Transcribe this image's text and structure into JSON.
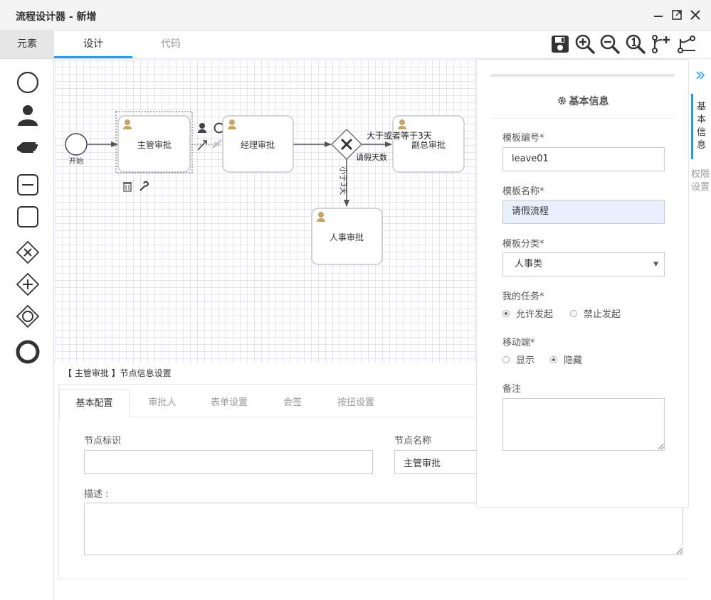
{
  "window": {
    "title": "流程设计器 - 新增",
    "controls": [
      "minimize-icon",
      "maximize-icon",
      "close-icon"
    ]
  },
  "left_panel": {
    "header": "元素",
    "palette": [
      "start-event-icon",
      "user-task-icon",
      "manual-task-icon",
      "sub-process-icon",
      "task-icon",
      "exclusive-gateway-icon",
      "parallel-gateway-icon",
      "inclusive-gateway-icon",
      "end-event-icon"
    ]
  },
  "tabs": [
    {
      "label": "设计",
      "active": true
    },
    {
      "label": "代码",
      "active": false
    }
  ],
  "toolbar": [
    "save-icon",
    "zoom-in-icon",
    "zoom-out-icon",
    "actual-size-icon",
    "add-branch-icon",
    "branch-icon"
  ],
  "diagram": {
    "nodes": {
      "start": "开始",
      "task1": "主管审批",
      "task2": "经理审批",
      "task3": "副总审批",
      "task4": "人事审批"
    },
    "flows": {
      "gt3": "大于或者等于3天",
      "lt3": "小于3天",
      "gateway": "请假天数"
    }
  },
  "node_settings": {
    "title": "【 主管审批 】节点信息设置",
    "tabs": [
      "基本配置",
      "审批人",
      "表单设置",
      "会签",
      "按扭设置"
    ],
    "fields": {
      "id_label": "节点标识",
      "id_value": "",
      "name_label": "节点名称",
      "name_value": "主管审批",
      "desc_label": "描述 :",
      "desc_value": ""
    }
  },
  "right_panel": {
    "header": "基本信息",
    "fields": {
      "code_label": "模板编号*",
      "code_value": "leave01",
      "name_label": "模板名称*",
      "name_value": "请假流程",
      "category_label": "模板分类*",
      "category_value": "人事类",
      "task_label": "我的任务*",
      "task_options": [
        "允许发起",
        "禁止发起"
      ],
      "task_selected": "允许发起",
      "mobile_label": "移动端*",
      "mobile_options": [
        "显示",
        "隐藏"
      ],
      "mobile_selected": "隐藏",
      "remark_label": "备注",
      "remark_value": ""
    }
  },
  "side_tabs": [
    {
      "label": "基本信息",
      "active": true
    },
    {
      "label": "权限设置",
      "active": false
    }
  ],
  "colors": {
    "accent": "#1e9fff",
    "task_icon": "#c9a463",
    "grid": "#e6e3f7",
    "highlight_input": "#e8f0fe"
  }
}
